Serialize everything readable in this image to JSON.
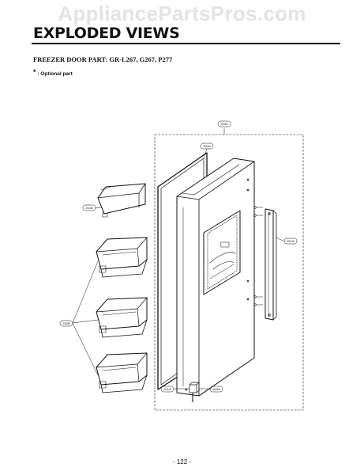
{
  "watermark": "AppliancePartsPros.com",
  "header": {
    "title": "EXPLODED VIEWS"
  },
  "subtitle": "FREEZER DOOR PART: GR-L267, G267, P277",
  "note": {
    "star": "*",
    "text": ": Optional part"
  },
  "callouts": {
    "door_assembly": "200A",
    "gasket": "203A",
    "top_basket": "210A",
    "baskets": "210B",
    "handle": "221A",
    "hinge_cap": "201A",
    "hinge_pin": "203A"
  },
  "footer": {
    "page": "- 122 -"
  },
  "colors": {
    "ink": "#111111",
    "watermark": "#e3e3e3"
  }
}
